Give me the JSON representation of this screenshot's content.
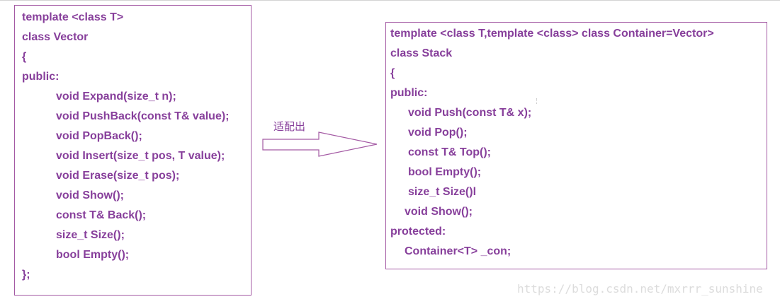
{
  "source_box": {
    "lines": [
      "template <class T>",
      "class Vector",
      "{",
      "public:",
      "void Expand(size_t n);",
      "void PushBack(const T& value);",
      "void PopBack();",
      "void Insert(size_t pos, T value);",
      "void Erase(size_t pos);",
      "void Show();",
      "const T& Back();",
      "size_t Size();",
      "bool Empty();",
      "};"
    ]
  },
  "arrow": {
    "label": "适配出"
  },
  "target_box": {
    "lines": [
      "template <class T,template <class> class Container=Vector>",
      "class Stack",
      "{",
      "public:",
      "void Push(const T& x);",
      "void Pop();",
      "const T& Top();",
      "bool Empty();",
      "size_t Size()l",
      "void Show();",
      "protected:",
      "Container<T> _con;"
    ]
  },
  "watermark": "https://blog.csdn.net/mxrrr_sunshine",
  "colors": {
    "text": "#873f9b",
    "border": "#a45aa4",
    "watermark": "#dcdcdc"
  }
}
